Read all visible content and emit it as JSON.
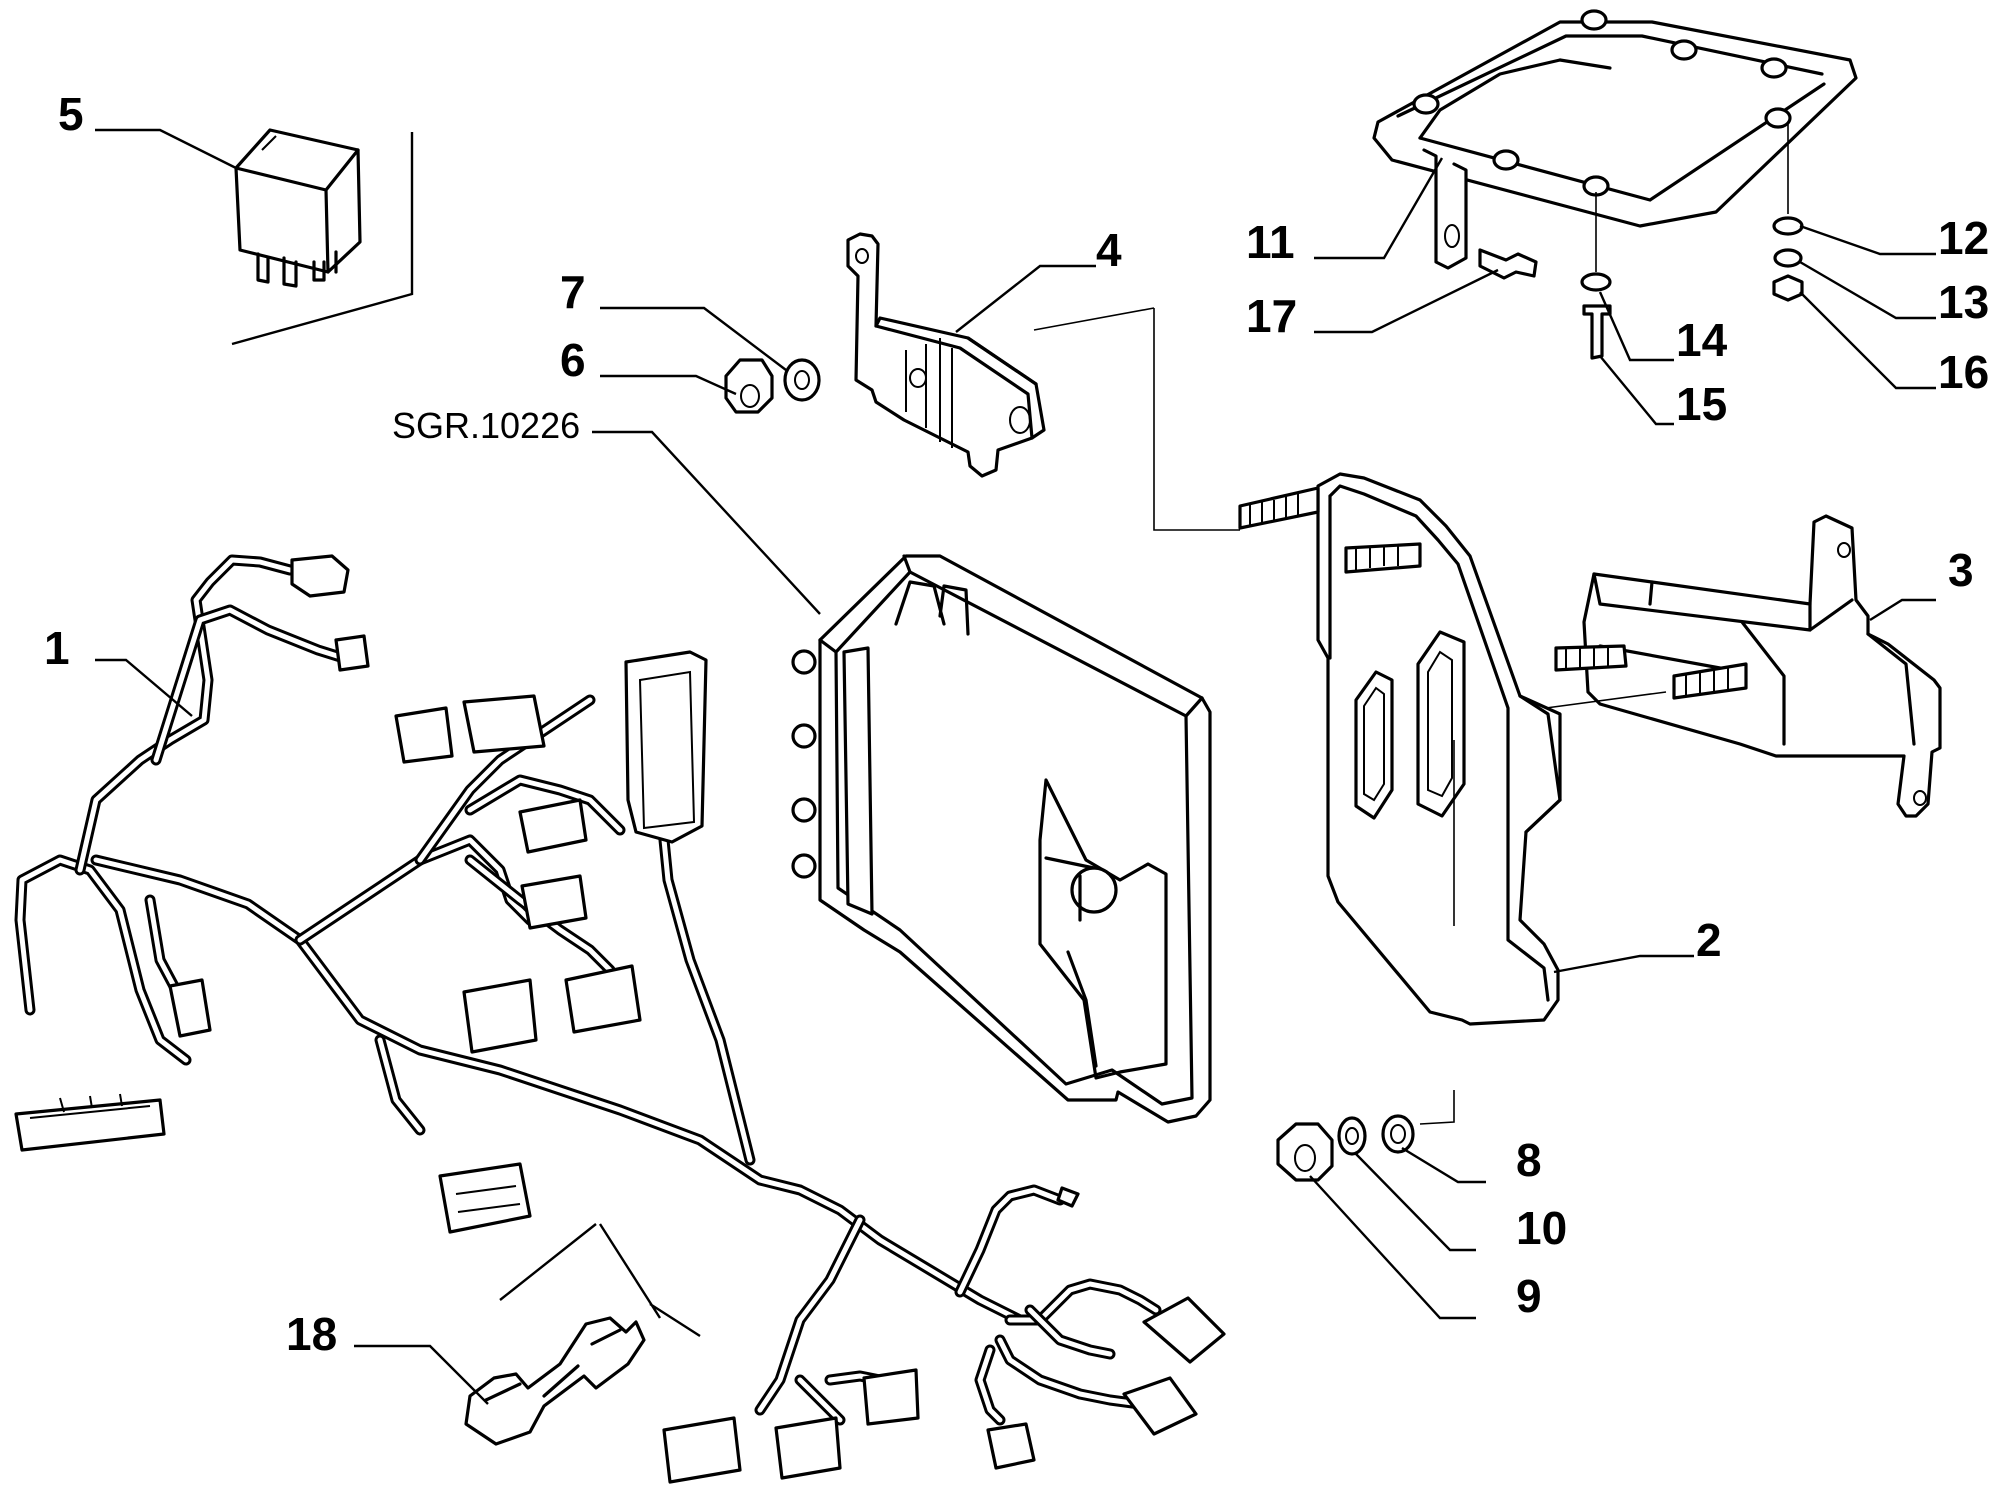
{
  "diagram": {
    "ref_code": "SGR.10226",
    "callouts": {
      "c1": "1",
      "c2": "2",
      "c3": "3",
      "c4": "4",
      "c5": "5",
      "c6": "6",
      "c7": "7",
      "c8": "8",
      "c9": "9",
      "c10": "10",
      "c11": "11",
      "c12": "12",
      "c13": "13",
      "c14": "14",
      "c15": "15",
      "c16": "16",
      "c17": "17",
      "c18": "18"
    }
  }
}
